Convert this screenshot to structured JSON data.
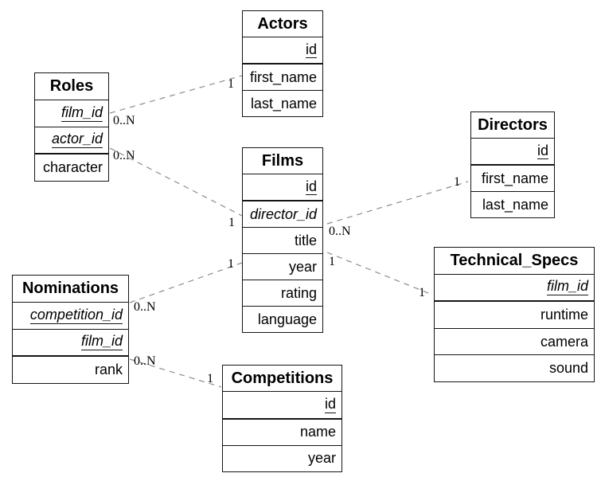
{
  "tables": {
    "actors": {
      "title": "Actors",
      "fields": [
        {
          "name": "id",
          "key": "primary"
        },
        {
          "name": "first_name",
          "key": "none"
        },
        {
          "name": "last_name",
          "key": "none"
        }
      ]
    },
    "roles": {
      "title": "Roles",
      "fields": [
        {
          "name": "film_id",
          "key": "primary-foreign"
        },
        {
          "name": "actor_id",
          "key": "primary-foreign"
        },
        {
          "name": "character",
          "key": "none"
        }
      ]
    },
    "films": {
      "title": "Films",
      "fields": [
        {
          "name": "id",
          "key": "primary"
        },
        {
          "name": "director_id",
          "key": "foreign"
        },
        {
          "name": "title",
          "key": "none"
        },
        {
          "name": "year",
          "key": "none"
        },
        {
          "name": "rating",
          "key": "none"
        },
        {
          "name": "language",
          "key": "none"
        }
      ]
    },
    "directors": {
      "title": "Directors",
      "fields": [
        {
          "name": "id",
          "key": "primary"
        },
        {
          "name": "first_name",
          "key": "none"
        },
        {
          "name": "last_name",
          "key": "none"
        }
      ]
    },
    "nominations": {
      "title": "Nominations",
      "fields": [
        {
          "name": "competition_id",
          "key": "primary-foreign"
        },
        {
          "name": "film_id",
          "key": "primary-foreign"
        },
        {
          "name": "rank",
          "key": "none"
        }
      ]
    },
    "technical_specs": {
      "title": "Technical_Specs",
      "fields": [
        {
          "name": "film_id",
          "key": "primary-foreign"
        },
        {
          "name": "runtime",
          "key": "none"
        },
        {
          "name": "camera",
          "key": "none"
        },
        {
          "name": "sound",
          "key": "none"
        }
      ]
    },
    "competitions": {
      "title": "Competitions",
      "fields": [
        {
          "name": "id",
          "key": "primary"
        },
        {
          "name": "name",
          "key": "none"
        },
        {
          "name": "year",
          "key": "none"
        }
      ]
    }
  },
  "relationships": [
    {
      "from": "Roles",
      "to": "Actors",
      "from_card": "0..N",
      "to_card": "1"
    },
    {
      "from": "Roles",
      "to": "Films",
      "from_card": "0..N",
      "to_card": "1"
    },
    {
      "from": "Nominations",
      "to": "Films",
      "from_card": "0..N",
      "to_card": "1"
    },
    {
      "from": "Nominations",
      "to": "Competitions",
      "from_card": "0..N",
      "to_card": "1"
    },
    {
      "from": "Films",
      "to": "Directors",
      "from_card": "0..N",
      "to_card": "1"
    },
    {
      "from": "Films",
      "to": "Technical_Specs",
      "from_card": "1",
      "to_card": "1"
    }
  ],
  "colors": {
    "background": "#ffffff",
    "table_border": "#141414",
    "text": "#000000",
    "relationship_line": "#8c8c8c"
  }
}
